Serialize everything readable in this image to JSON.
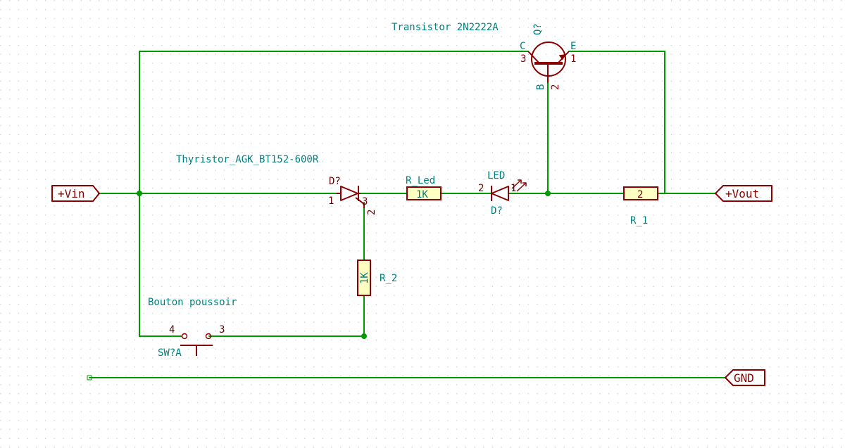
{
  "labels": {
    "vin": "+Vin",
    "vout": "+Vout",
    "gnd": "GND"
  },
  "transistor": {
    "title": "Transistor 2N2222A",
    "ref": "Q?",
    "pin_c": "C",
    "pin_e": "E",
    "pin_b": "B",
    "pin_3": "3",
    "pin_1": "1",
    "pin_2": "2"
  },
  "thyristor": {
    "title": "Thyristor_AGK_BT152-600R",
    "ref": "D?",
    "pin_1": "1",
    "pin_3": "3",
    "pin_2": "2"
  },
  "r_led": {
    "name": "R_Led",
    "value": "1K"
  },
  "led": {
    "name": "LED",
    "ref": "D?",
    "pin_2": "2",
    "pin_1": "1"
  },
  "r1": {
    "name": "R_1",
    "value": "2"
  },
  "r2": {
    "name": "R_2",
    "value": "1K"
  },
  "switch": {
    "title": "Bouton poussoir",
    "ref": "SW?A",
    "pin_4": "4",
    "pin_3": "3"
  },
  "colors": {
    "wire": "#009900",
    "symbol": "#8b0000",
    "text": "#008080",
    "resistor_fill": "#ffffc2",
    "grid": "#c8c8c8"
  }
}
